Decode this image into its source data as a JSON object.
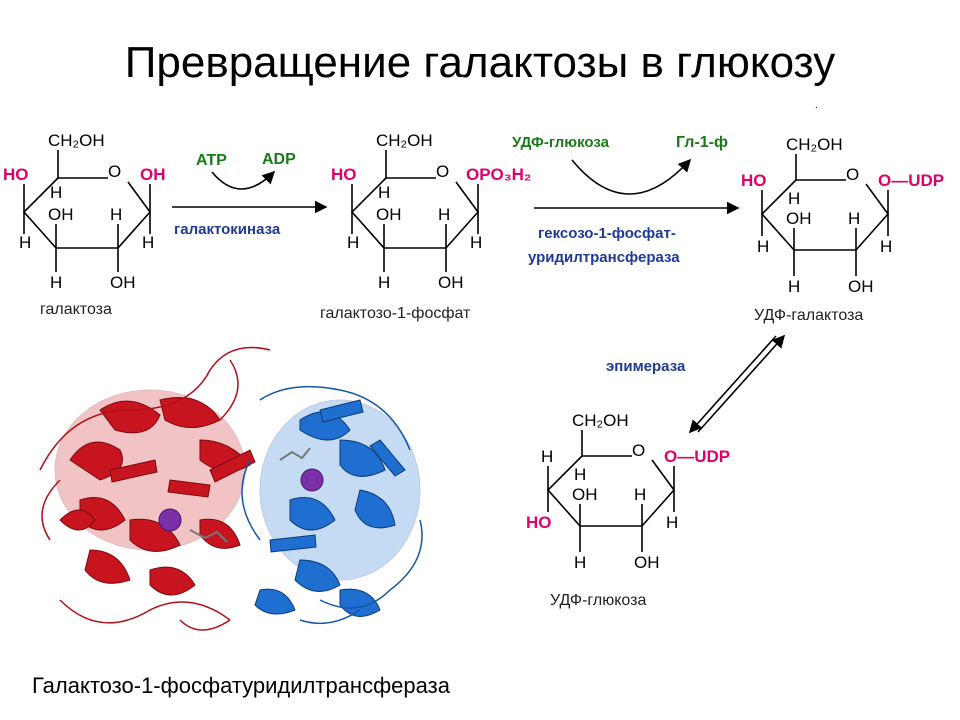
{
  "title": "Превращение галактозы в глюкозу",
  "colors": {
    "hydroxyl": "#e0006a",
    "enzyme": "#1f3a93",
    "cofactor": "#1a7a1a",
    "phosphate": "#e0006a"
  },
  "molecules": {
    "galactose": {
      "ch2oh": "CH₂OH",
      "ring_o": "O",
      "c4_left": "HO",
      "c4_h": "H",
      "c1_right": "OH",
      "c1_h": "H",
      "c3_oh": "OH",
      "c3_h": "H",
      "c2_h": "H",
      "c2_oh": "OH",
      "c5_h": "H",
      "name": "галактоза"
    },
    "gal1p": {
      "ch2oh": "CH₂OH",
      "ring_o": "O",
      "c4_left": "HO",
      "c4_h": "H",
      "c1_right": "OPO₃H₂",
      "c1_h": "H",
      "c3_oh": "OH",
      "c3_h": "H",
      "c2_h": "H",
      "c2_oh": "OH",
      "c5_h": "H",
      "name": "галактозо-1-фосфат"
    },
    "udp_gal": {
      "ch2oh": "CH₂OH",
      "ring_o": "O",
      "c4_left": "HO",
      "c4_h": "H",
      "c1_right": "O—UDP",
      "c1_h": "H",
      "c3_oh": "OH",
      "c3_h": "H",
      "c2_h": "H",
      "c2_oh": "OH",
      "c5_h": "H",
      "name": "УДФ-галактоза"
    },
    "udp_glc": {
      "ch2oh": "CH₂OH",
      "ring_o": "O",
      "c4_top": "H",
      "c4_h": "H",
      "c4_left": "HO",
      "c1_right": "O—UDP",
      "c1_h": "H",
      "c3_oh": "OH",
      "c3_h": "H",
      "c2_h": "H",
      "c2_oh": "OH",
      "name": "УДФ-глюкоза"
    }
  },
  "reactions": {
    "step1": {
      "in": "ATP",
      "out": "ADP",
      "enzyme": "галактокиназа"
    },
    "step2": {
      "in": "УДФ-глюкоза",
      "out": "Гл-1-ф",
      "enzyme_line1": "гексозо-1-фосфат-",
      "enzyme_line2": "уридилтрансфераза"
    },
    "step3": {
      "enzyme": "эпимераза"
    }
  },
  "protein_caption": "Галактозо-1-фосфатуридилтрансфераза",
  "dot": "."
}
